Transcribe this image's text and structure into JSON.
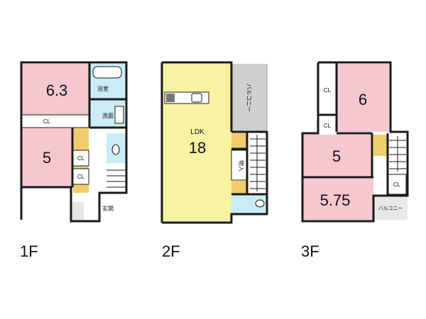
{
  "colors": {
    "bedroom": "#f6c7cf",
    "ldk": "#f7f3a3",
    "wet": "#c9ecf6",
    "stair": "#f1cc6a",
    "balcony": "#cfcfcf",
    "wall": "#1a1a1a"
  },
  "floors": [
    {
      "label": "1F",
      "rooms": [
        {
          "id": "bed-6-3",
          "label": "6.3"
        },
        {
          "id": "bed-5",
          "label": "5"
        },
        {
          "id": "bath",
          "label": "浴室"
        },
        {
          "id": "wash",
          "label": "洗面"
        },
        {
          "id": "cl-a",
          "label": "CL"
        },
        {
          "id": "cl-b",
          "label": "CL"
        },
        {
          "id": "cl-c",
          "label": "CL"
        },
        {
          "id": "entrance",
          "label": "玄関"
        }
      ]
    },
    {
      "label": "2F",
      "rooms": [
        {
          "id": "ldk-name",
          "label": "LDK"
        },
        {
          "id": "ldk-size",
          "label": "18"
        },
        {
          "id": "balcony",
          "label": "バルコニー"
        },
        {
          "id": "storage",
          "label": "物入"
        }
      ]
    },
    {
      "label": "3F",
      "rooms": [
        {
          "id": "bed-6",
          "label": "6"
        },
        {
          "id": "bed-5b",
          "label": "5"
        },
        {
          "id": "bed-575",
          "label": "5.75"
        },
        {
          "id": "cl-d",
          "label": "CL"
        },
        {
          "id": "cl-e",
          "label": "CL"
        },
        {
          "id": "cl-f",
          "label": "CL"
        },
        {
          "id": "balcony-3f",
          "label": "バルコニー"
        }
      ]
    }
  ]
}
